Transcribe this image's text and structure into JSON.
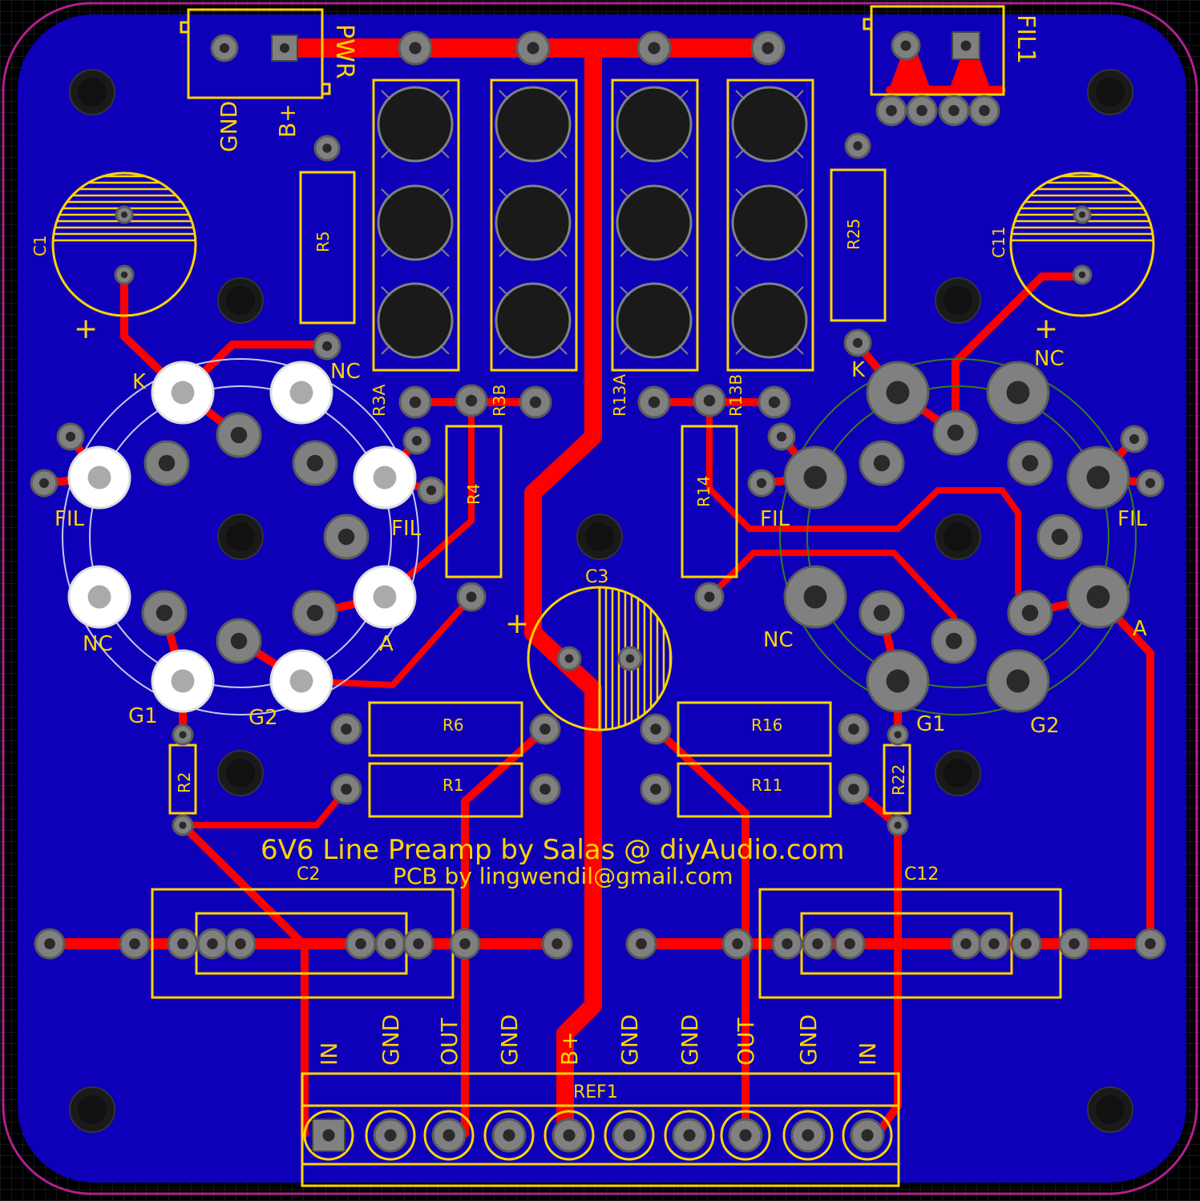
{
  "colors": {
    "background": "#000000",
    "grid": "#2a2a3a",
    "board": "#0d00b8",
    "outline": "#b0208f",
    "copper": "#ff0000",
    "silk": "#ffd400",
    "pad": "#808080",
    "pad_ring": "#555555",
    "hole": "#2a2a2a",
    "tube_outline_left": "#c8c8e8",
    "tube_outline_right": "#3a7a1a",
    "white_pad": "#ffffff"
  },
  "title": {
    "main": "6V6 Line Preamp by Salas @ diyAudio.com",
    "credit": "PCB by lingwendil@gmail.com"
  },
  "power_connector": {
    "name": "PWR",
    "pins": [
      "GND",
      "B+"
    ]
  },
  "filament_connector": {
    "name": "FIL1"
  },
  "resistors": {
    "r5": "R5",
    "r25": "R25",
    "r3a": "R3A",
    "r3b": "R3B",
    "r13a": "R13A",
    "r13b": "R13B",
    "r4": "R4",
    "r14": "R14",
    "r6": "R6",
    "r1": "R1",
    "r16": "R16",
    "r11": "R11",
    "r2": "R2",
    "r22": "R22"
  },
  "capacitors": {
    "c1": "C1",
    "c11": "C11",
    "c3": "C3",
    "c2": "C2",
    "c12": "C12",
    "polarity": "+"
  },
  "tube_left": {
    "pins": {
      "k": "K",
      "nc_top": "NC",
      "fil_left": "FIL",
      "fil_right": "FIL",
      "nc_bottom": "NC",
      "a": "A",
      "g1": "G1",
      "g2": "G2"
    }
  },
  "tube_right": {
    "pins": {
      "k": "K",
      "nc_top": "NC",
      "fil_left": "FIL",
      "fil_right": "FIL",
      "nc_bottom": "NC",
      "a": "A",
      "g1": "G1",
      "g2": "G2"
    }
  },
  "bottom_connector": {
    "name": "REF1",
    "pins": [
      "IN",
      "GND",
      "OUT",
      "GND",
      "B+",
      "GND",
      "GND",
      "OUT",
      "GND",
      "IN"
    ]
  }
}
